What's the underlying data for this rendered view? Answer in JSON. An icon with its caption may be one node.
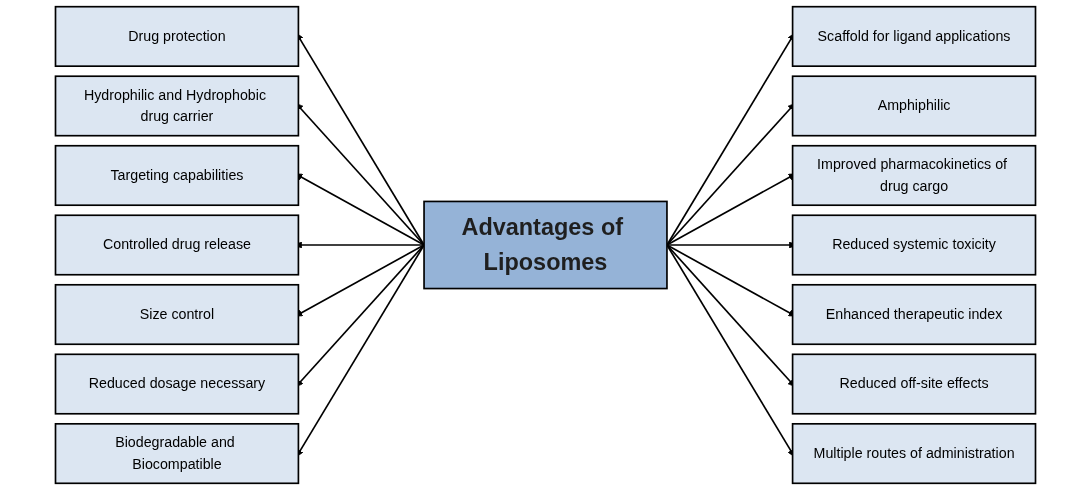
{
  "diagram": {
    "nodes": [
      {
        "text": [
          "Drug protection"
        ]
      },
      {
        "text": [
          "Hydrophilic and Hydrophobic drug carrier"
        ]
      },
      {
        "text": [
          "Targeting capabilities"
        ]
      },
      {
        "text": [
          "Controlled drug release"
        ]
      },
      {
        "text": [
          "Size control"
        ]
      },
      {
        "text": [
          "Reduced dosage necessary"
        ]
      },
      {
        "text": [
          "Biodegradable and Biocompatible"
        ]
      },
      {
        "text": [
          "Advantages of Liposomes"
        ]
      },
      {
        "text": [
          "Scaffold for ligand applications"
        ]
      },
      {
        "text": [
          "Amphiphilic"
        ]
      },
      {
        "text": [
          "Improved pharmacokinetics of drug cargo"
        ]
      },
      {
        "text": [
          "Reduced systemic toxicity"
        ]
      },
      {
        "text": [
          "Enhanced therapeutic index"
        ]
      },
      {
        "text": [
          "Reduced off-site effects"
        ]
      },
      {
        "text": [
          "Multiple routes of administration"
        ]
      }
    ],
    "edges": [
      {
        "from": 7,
        "to": 0,
        "arrow": "to"
      },
      {
        "from": 7,
        "to": 1,
        "arrow": "to"
      },
      {
        "from": 7,
        "to": 2,
        "arrow": "to"
      },
      {
        "from": 7,
        "to": 3,
        "arrow": "to"
      },
      {
        "from": 7,
        "to": 4,
        "arrow": "to"
      },
      {
        "from": 7,
        "to": 5,
        "arrow": "to"
      },
      {
        "from": 7,
        "to": 6,
        "arrow": "to"
      },
      {
        "from": 7,
        "to": 8,
        "arrow": "to"
      },
      {
        "from": 7,
        "to": 9,
        "arrow": "to"
      },
      {
        "from": 7,
        "to": 10,
        "arrow": "to"
      },
      {
        "from": 7,
        "to": 11,
        "arrow": "to"
      },
      {
        "from": 7,
        "to": 12,
        "arrow": "to"
      },
      {
        "from": 7,
        "to": 13,
        "arrow": "to"
      },
      {
        "from": 7,
        "to": 14,
        "arrow": "to"
      }
    ]
  }
}
